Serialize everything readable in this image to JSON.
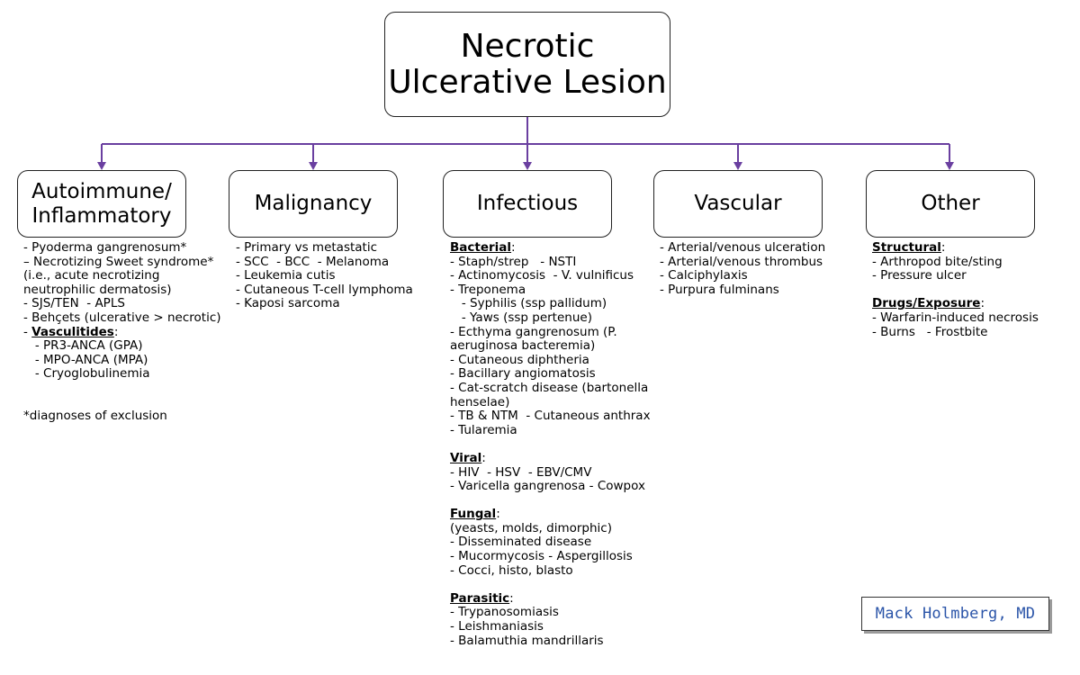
{
  "root": {
    "title": "Necrotic\nUlcerative Lesion"
  },
  "colors": {
    "connector": "#6a3fa0",
    "border": "#222222",
    "signature_text": "#2a54a8"
  },
  "categories": [
    {
      "id": "autoimmune",
      "title": "Autoimmune/\nInflammatory",
      "lines": [
        {
          "t": "- Pyoderma gangrenosum*"
        },
        {
          "t": "– Necrotizing Sweet syndrome*"
        },
        {
          "t": "(i.e., acute necrotizing"
        },
        {
          "t": "neutrophilic dermatosis)"
        },
        {
          "t": "- SJS/TEN  - APLS"
        },
        {
          "t": "- Behçets (ulcerative > necrotic)"
        },
        {
          "h": "Vasculitides",
          "s": ":",
          "pre": "- "
        },
        {
          "t": "   - PR3-ANCA (GPA)"
        },
        {
          "t": "   - MPO-ANCA (MPA)"
        },
        {
          "t": "   - Cryoglobulinemia"
        },
        {
          "gap": true
        },
        {
          "gap": true
        },
        {
          "t": "*diagnoses of exclusion"
        }
      ]
    },
    {
      "id": "malignancy",
      "title": "Malignancy",
      "lines": [
        {
          "t": "- Primary vs metastatic"
        },
        {
          "t": "- SCC  - BCC  - Melanoma"
        },
        {
          "t": "- Leukemia cutis"
        },
        {
          "t": "- Cutaneous T-cell lymphoma"
        },
        {
          "t": "- Kaposi sarcoma"
        }
      ]
    },
    {
      "id": "infectious",
      "title": "Infectious",
      "lines": [
        {
          "h": "Bacterial",
          "s": ":"
        },
        {
          "t": "- Staph/strep   - NSTI"
        },
        {
          "t": "- Actinomycosis  - V. vulnificus"
        },
        {
          "t": "- Treponema"
        },
        {
          "t": "   - Syphilis (ssp pallidum)"
        },
        {
          "t": "   - Yaws (ssp pertenue)"
        },
        {
          "t": "- Ecthyma gangrenosum (P."
        },
        {
          "t": "aeruginosa bacteremia)"
        },
        {
          "t": "- Cutaneous diphtheria"
        },
        {
          "t": "- Bacillary angiomatosis"
        },
        {
          "t": "- Cat-scratch disease (bartonella"
        },
        {
          "t": "henselae)"
        },
        {
          "t": "- TB & NTM  - Cutaneous anthrax"
        },
        {
          "t": "- Tularemia"
        },
        {
          "gap": true
        },
        {
          "h": "Viral",
          "s": ":"
        },
        {
          "t": "- HIV  - HSV  - EBV/CMV"
        },
        {
          "t": "- Varicella gangrenosa - Cowpox"
        },
        {
          "gap": true
        },
        {
          "h": "Fungal",
          "s": ":"
        },
        {
          "t": "(yeasts, molds, dimorphic)"
        },
        {
          "t": "- Disseminated disease"
        },
        {
          "t": "- Mucormycosis - Aspergillosis"
        },
        {
          "t": "- Cocci, histo, blasto"
        },
        {
          "gap": true
        },
        {
          "h": "Parasitic",
          "s": ":"
        },
        {
          "t": "- Trypanosomiasis"
        },
        {
          "t": "- Leishmaniasis"
        },
        {
          "t": "- Balamuthia mandrillaris"
        }
      ]
    },
    {
      "id": "vascular",
      "title": "Vascular",
      "lines": [
        {
          "t": "- Arterial/venous ulceration"
        },
        {
          "t": "- Arterial/venous thrombus"
        },
        {
          "t": "- Calciphylaxis"
        },
        {
          "t": "- Purpura fulminans"
        }
      ]
    },
    {
      "id": "other",
      "title": "Other",
      "lines": [
        {
          "h": "Structural",
          "s": ":"
        },
        {
          "t": "- Arthropod bite/sting"
        },
        {
          "t": "- Pressure ulcer"
        },
        {
          "gap": true
        },
        {
          "h": "Drugs/Exposure",
          "s": ":"
        },
        {
          "t": "- Warfarin-induced necrosis"
        },
        {
          "t": "- Burns   - Frostbite"
        }
      ]
    }
  ],
  "signature": {
    "text": "Mack Holmberg, MD"
  }
}
